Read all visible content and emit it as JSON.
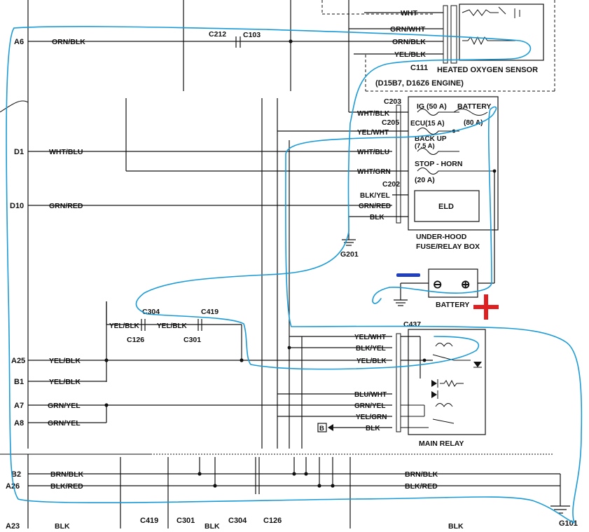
{
  "colors": {
    "wire": "#111111",
    "trace": "#1a9bd7",
    "negative_mark": "#1f3fbf",
    "positive_mark": "#e02020"
  },
  "pins": {
    "a6": "A6",
    "d1": "D1",
    "d10": "D10",
    "a25": "A25",
    "b1": "B1",
    "a7": "A7",
    "a8": "A8",
    "b2": "B2",
    "a26": "A26",
    "a23": "A23"
  },
  "wires": {
    "a6": "ORN/BLK",
    "d1": "WHT/BLU",
    "d10": "GRN/RED",
    "a25": "YEL/BLK",
    "b1": "YEL/BLK",
    "a7": "GRN/YEL",
    "a8": "GRN/YEL",
    "b2": "BRN/BLK",
    "a26": "BLK/RED",
    "a23": "BLK",
    "b2_right": "BRN/BLK",
    "a26_right": "BLK/RED",
    "bottom_mid": "BLK",
    "bottom_right": "BLK"
  },
  "o2_sensor": {
    "title": "HEATED OXYGEN SENSOR",
    "connector": "C111",
    "engine_note": "(D15B7, D16Z6 ENGINE)",
    "wires": [
      "WHT",
      "GRN/WHT",
      "ORN/BLK",
      "YEL/BLK"
    ]
  },
  "connectors": {
    "c212": "C212",
    "c103": "C103",
    "c304": "C304",
    "c419": "C419",
    "c126": "C126",
    "c301": "C301",
    "c304_b": "C304",
    "c419_b": "C419",
    "c126_b": "C126",
    "c301_b": "C301",
    "c203": "C203",
    "c205": "C205",
    "c202": "C202",
    "c437": "C437"
  },
  "inline_wires": {
    "yel_blk_1": "YEL/BLK",
    "yel_blk_2": "YEL/BLK"
  },
  "fuse_box": {
    "title_line1": "UNDER-HOOD",
    "title_line2": "FUSE/RELAY BOX",
    "fuses": {
      "ig": "IG (50 A)",
      "battery": "BATTERY",
      "battery_amp": "(80 A)",
      "ecu": "ECU(15 A)",
      "backup": "BACK UP",
      "backup_amp": "(7.5 A)",
      "stop_horn": "STOP - HORN",
      "stop_horn_amp": "(20 A)"
    },
    "eld": "ELD",
    "wires": {
      "wht_blk": "WHT/BLK",
      "yel_wht": "YEL/WHT",
      "wht_blu": "WHT/BLU",
      "wht_grn": "WHT/GRN",
      "blk_yel": "BLK/YEL",
      "grn_red": "GRN/RED",
      "blk": "BLK"
    }
  },
  "grounds": {
    "g201": "G201",
    "g101": "G101"
  },
  "battery": {
    "label": "BATTERY",
    "minus": "⊖",
    "plus": "⊕"
  },
  "main_relay": {
    "title": "MAIN RELAY",
    "wires": [
      "YEL/WHT",
      "BLK/YEL",
      "YEL/BLK",
      "BLU/WHT",
      "GRN/YEL",
      "YEL/GRN",
      "BLK"
    ],
    "b_tag": "B"
  }
}
